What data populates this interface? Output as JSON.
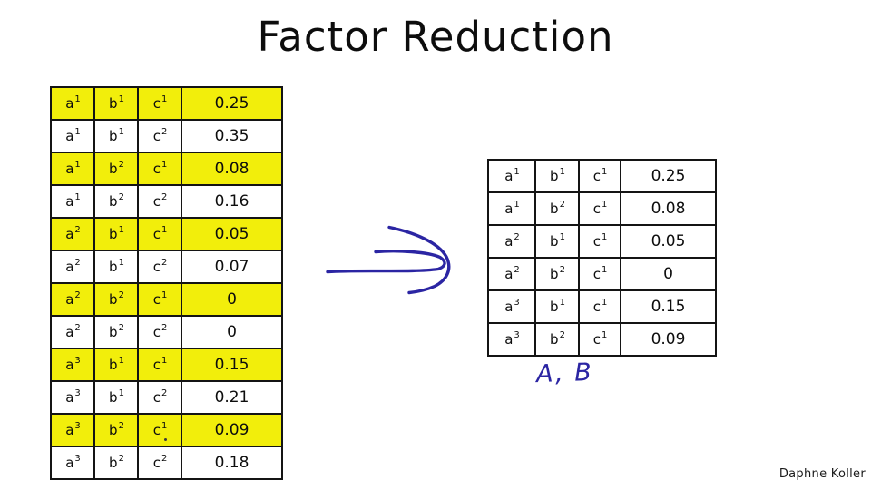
{
  "slide": {
    "title": "Factor Reduction",
    "annotation": "A, B",
    "author": "Daphne Koller"
  },
  "colors": {
    "highlight_yellow": "#f2ee0b",
    "ink_blue": "#2b25a3",
    "table_border": "#141414"
  },
  "left_table": {
    "rows": [
      {
        "cells": [
          "a1",
          "b1",
          "c1"
        ],
        "value": "0.25",
        "highlight": true
      },
      {
        "cells": [
          "a1",
          "b1",
          "c2"
        ],
        "value": "0.35",
        "highlight": false
      },
      {
        "cells": [
          "a1",
          "b2",
          "c1"
        ],
        "value": "0.08",
        "highlight": true
      },
      {
        "cells": [
          "a1",
          "b2",
          "c2"
        ],
        "value": "0.16",
        "highlight": false
      },
      {
        "cells": [
          "a2",
          "b1",
          "c1"
        ],
        "value": "0.05",
        "highlight": true
      },
      {
        "cells": [
          "a2",
          "b1",
          "c2"
        ],
        "value": "0.07",
        "highlight": false
      },
      {
        "cells": [
          "a2",
          "b2",
          "c1"
        ],
        "value": "0",
        "highlight": true
      },
      {
        "cells": [
          "a2",
          "b2",
          "c2"
        ],
        "value": "0",
        "highlight": false
      },
      {
        "cells": [
          "a3",
          "b1",
          "c1"
        ],
        "value": "0.15",
        "highlight": true
      },
      {
        "cells": [
          "a3",
          "b1",
          "c2"
        ],
        "value": "0.21",
        "highlight": false
      },
      {
        "cells": [
          "a3",
          "b2",
          "c1"
        ],
        "value": "0.09",
        "highlight": true
      },
      {
        "cells": [
          "a3",
          "b2",
          "c2"
        ],
        "value": "0.18",
        "highlight": false
      }
    ]
  },
  "right_table": {
    "rows": [
      {
        "cells": [
          "a1",
          "b1",
          "c1"
        ],
        "value": "0.25",
        "highlight": false
      },
      {
        "cells": [
          "a1",
          "b2",
          "c1"
        ],
        "value": "0.08",
        "highlight": false
      },
      {
        "cells": [
          "a2",
          "b1",
          "c1"
        ],
        "value": "0.05",
        "highlight": false
      },
      {
        "cells": [
          "a2",
          "b2",
          "c1"
        ],
        "value": "0",
        "highlight": false
      },
      {
        "cells": [
          "a3",
          "b1",
          "c1"
        ],
        "value": "0.15",
        "highlight": false
      },
      {
        "cells": [
          "a3",
          "b2",
          "c1"
        ],
        "value": "0.09",
        "highlight": false
      }
    ]
  }
}
